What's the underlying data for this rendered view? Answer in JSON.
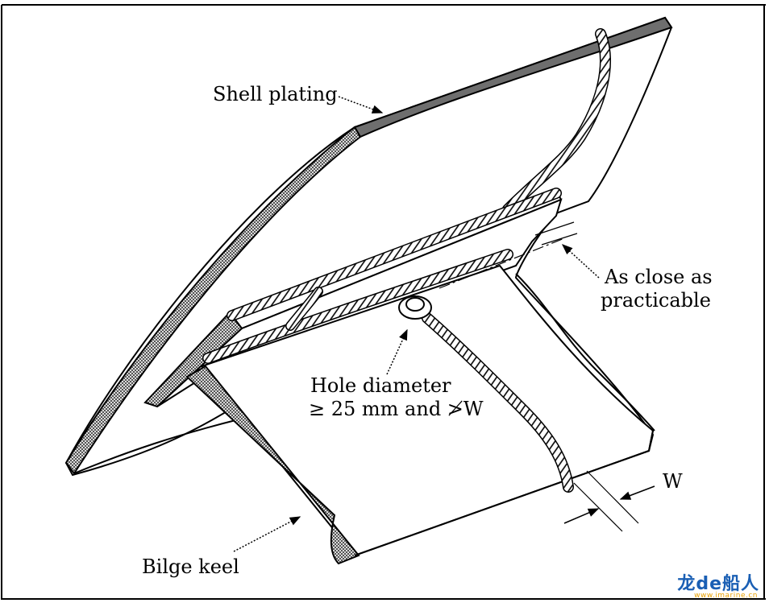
{
  "labels": {
    "shell_plating": "Shell plating",
    "as_close_line1": "As close as",
    "as_close_line2": "practicable",
    "hole_line1": "Hole diameter",
    "hole_line2": "≥ 25 mm and ≯W",
    "w": "W",
    "bilge_keel": "Bilge keel"
  },
  "watermark": {
    "main": "龙de船人",
    "sub": "www.imarine.cn"
  },
  "colors": {
    "ink": "#000000",
    "shell_edge": "#6e6e6e",
    "hatch_fill": "#8c8c8c",
    "weld_fill": "#ffffff",
    "watermark_main": "#1a5fb4",
    "watermark_accent": "#e8a000"
  }
}
